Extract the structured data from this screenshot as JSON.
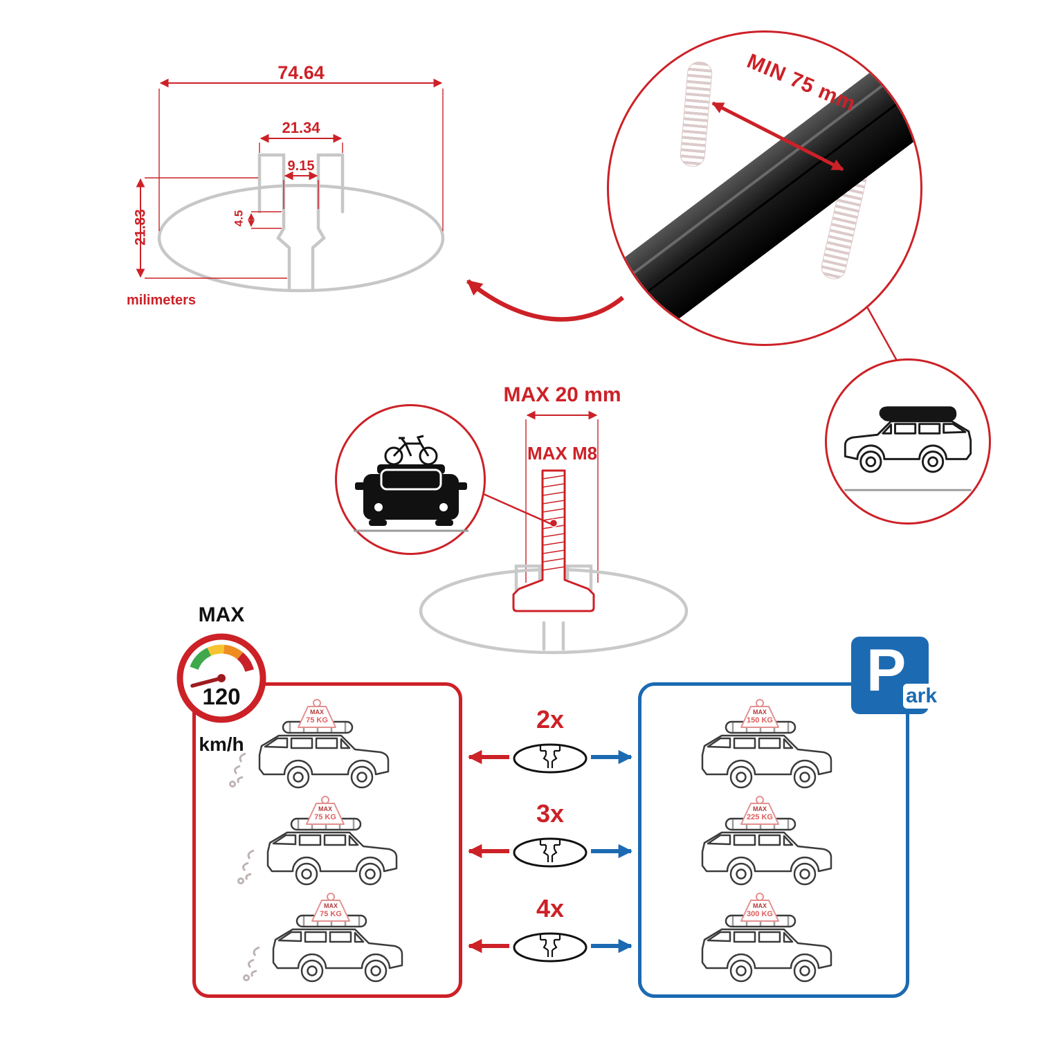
{
  "colors": {
    "red": "#cc2127",
    "blue": "#1c6ab2",
    "profile_gray": "#c9c9c9",
    "bar_black": "#111111"
  },
  "dimension_drawing": {
    "total_width": "74.64",
    "channel_width": "21.34",
    "slot_width": "9.15",
    "lip_depth": "4.5",
    "total_height": "21.83",
    "unit_label": "milimeters"
  },
  "crossbar_detail": {
    "min_length_label": "MIN 75 mm"
  },
  "bolt_detail": {
    "max_width_label": "MAX 20 mm",
    "thread_label": "MAX M8"
  },
  "speed_limit": {
    "heading": "MAX",
    "value": "120",
    "unit": "km/h"
  },
  "driving_box": {
    "cars": [
      {
        "tag_max": "MAX",
        "tag_load": "75 KG"
      },
      {
        "tag_max": "MAX",
        "tag_load": "75 KG"
      },
      {
        "tag_max": "MAX",
        "tag_load": "75 KG"
      }
    ]
  },
  "parked_box": {
    "sign_letter": "P",
    "sign_suffix": "ark",
    "cars": [
      {
        "tag_max": "MAX",
        "tag_load": "150 KG"
      },
      {
        "tag_max": "MAX",
        "tag_load": "225 KG"
      },
      {
        "tag_max": "MAX",
        "tag_load": "300 KG"
      }
    ]
  },
  "multipliers": [
    {
      "label": "2x"
    },
    {
      "label": "3x"
    },
    {
      "label": "4x"
    }
  ]
}
